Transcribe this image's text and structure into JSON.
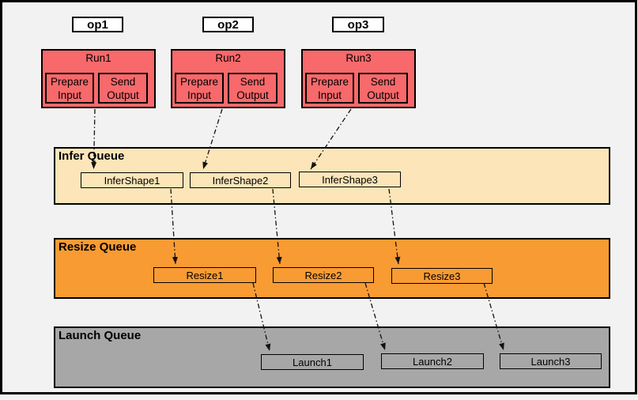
{
  "colors": {
    "background": "#F2F2F2",
    "frame_border": "#000000",
    "op_fill": "#FFFFFF",
    "run_fill": "#F8696B",
    "infer_queue_fill": "#FCE5B8",
    "resize_queue_fill": "#F99B33",
    "launch_queue_fill": "#A7A7A7",
    "arrow": "#000000"
  },
  "op_labels": [
    "op1",
    "op2",
    "op3"
  ],
  "runs": [
    {
      "title": "Run1",
      "steps": [
        "Prepare Input",
        "Send Output"
      ]
    },
    {
      "title": "Run2",
      "steps": [
        "Prepare Input",
        "Send Output"
      ]
    },
    {
      "title": "Run3",
      "steps": [
        "Prepare Input",
        "Send Output"
      ]
    }
  ],
  "queues": [
    {
      "title": "Infer Queue",
      "items": [
        "InferShape1",
        "InferShape2",
        "InferShape3"
      ]
    },
    {
      "title": "Resize Queue",
      "items": [
        "Resize1",
        "Resize2",
        "Resize3"
      ]
    },
    {
      "title": "Launch Queue",
      "items": [
        "Launch1",
        "Launch2",
        "Launch3"
      ]
    }
  ]
}
